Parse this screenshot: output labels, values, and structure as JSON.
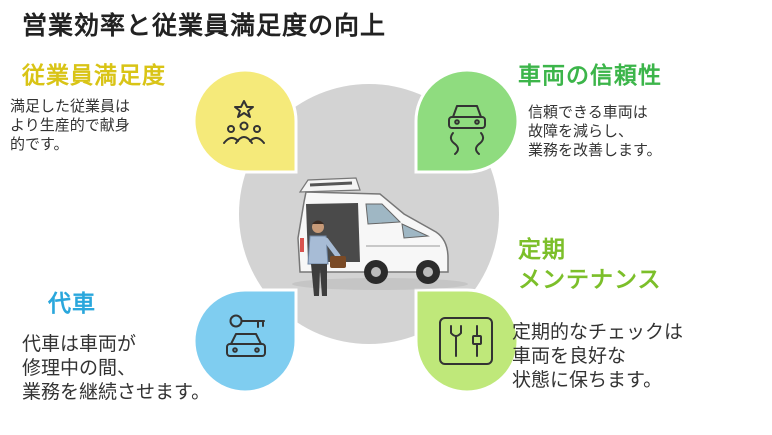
{
  "title": "営業効率と従業員満足度の向上",
  "colors": {
    "satisfaction": "#f5ea7a",
    "reliability": "#8fdc7f",
    "replacement": "#7fcdf0",
    "maintenance": "#bfe87a",
    "hub": "#d3d3d3"
  },
  "sections": {
    "satisfaction": {
      "heading": "従業員満足度",
      "heading_color": "#d9c416",
      "icon": "people-star-icon",
      "lines": [
        "満足した従業員は",
        "より生産的で献身",
        "的です。"
      ]
    },
    "reliability": {
      "heading": "車両の信頼性",
      "heading_color": "#3cb54a",
      "icon": "car-on-road-icon",
      "lines": [
        "信頼できる車両は",
        "故障を減らし、",
        "業務を改善します。"
      ]
    },
    "replacement": {
      "heading": "代車",
      "heading_color": "#2aa7dc",
      "icon": "car-key-icon",
      "lines": [
        "代車は車両が",
        "修理中の間、",
        "業務を継続させます。"
      ]
    },
    "maintenance": {
      "heading_lines": [
        "定期",
        "メンテナンス"
      ],
      "heading_color": "#7cbf2a",
      "icon": "maintenance-tools-icon",
      "lines": [
        "定期的なチェックは",
        "車両を良好な",
        "状態に保ちます。"
      ]
    }
  },
  "hub": {
    "image": "person-loading-van-illustration"
  }
}
